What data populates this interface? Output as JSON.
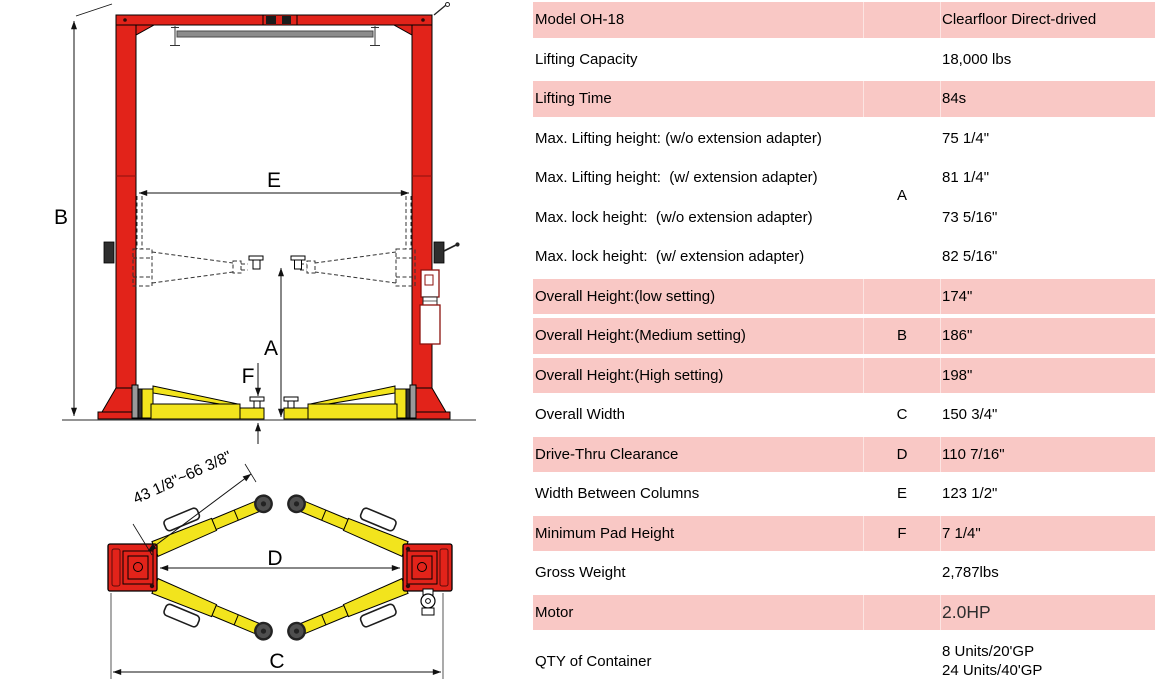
{
  "diagram": {
    "labels": {
      "a": "A",
      "b": "B",
      "c": "C",
      "d": "D",
      "e": "E",
      "f": "F"
    },
    "arm_reach_label": "43 1/8\"~66 3/8\"",
    "colors": {
      "red": "#e2231a",
      "yellow": "#f2e41d",
      "gray_bar": "#8c8c8c",
      "pink_row": "#f9c8c5"
    }
  },
  "table": {
    "group_letter_a": "A",
    "rows": [
      {
        "label": "Model OH-18",
        "value": "Clearfloor Direct-drived",
        "pink": true
      },
      {
        "label": "Lifting Capacity",
        "value": "18,000 lbs",
        "pink": false
      },
      {
        "label": "Lifting Time",
        "value": "84s",
        "pink": true
      },
      {
        "label": "Max. Lifting height: (w/o extension adapter)",
        "value": "75 1/4\"",
        "pink": false
      },
      {
        "label": "Max. Lifting height:  (w/ extension adapter)",
        "value": "81 1/4\"",
        "pink": false
      },
      {
        "label": "Max. lock height:  (w/o extension adapter)",
        "value": "73 5/16\"",
        "pink": false
      },
      {
        "label": "Max. lock height:  (w/ extension adapter)",
        "value": "82 5/16\"",
        "pink": false
      },
      {
        "label": "Overall Height:(low setting)",
        "value": "174\"",
        "pink": true
      },
      {
        "label": "Overall Height:(Medium setting)",
        "letter": "B",
        "value": "186\"",
        "pink": true
      },
      {
        "label": "Overall Height:(High setting)",
        "value": "198\"",
        "pink": true
      },
      {
        "label": "Overall Width",
        "letter": "C",
        "value": "150 3/4\"",
        "pink": false
      },
      {
        "label": "Drive-Thru Clearance",
        "letter": "D",
        "value": "110 7/16\"",
        "pink": true
      },
      {
        "label": "Width Between Columns",
        "letter": "E",
        "value": "123 1/2\"",
        "pink": false
      },
      {
        "label": "Minimum Pad Height",
        "letter": "F",
        "value": "7 1/4\"",
        "pink": true
      },
      {
        "label": "Gross Weight",
        "value": "2,787lbs",
        "pink": false
      },
      {
        "label": "Motor",
        "value": "2.0HP",
        "pink": true
      },
      {
        "label": "QTY of Container",
        "value_lines": [
          "8 Units/20'GP",
          "24 Units/40'GP"
        ],
        "pink": false
      }
    ]
  }
}
